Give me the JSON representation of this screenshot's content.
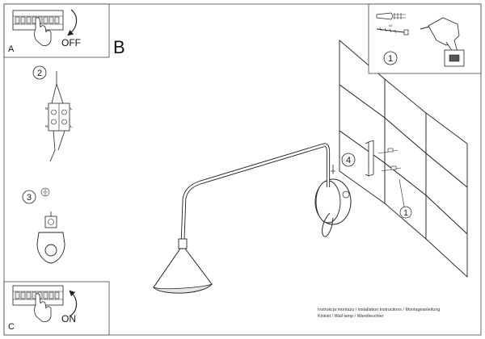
{
  "panels": {
    "a_label": "A",
    "a_caption": "OFF",
    "c_label": "C",
    "c_caption": "ON",
    "b_label": "B"
  },
  "steps": [
    "1",
    "2",
    "3",
    "4"
  ],
  "tools_note": "x2",
  "wiring": {
    "l_mark": "L",
    "n_mark": "N"
  },
  "footer": {
    "line1": "Instrukcja montażu / installation instructions / Montageanleitung",
    "line2": "Kinkiet / Wall lamp / Wandleuchter"
  }
}
